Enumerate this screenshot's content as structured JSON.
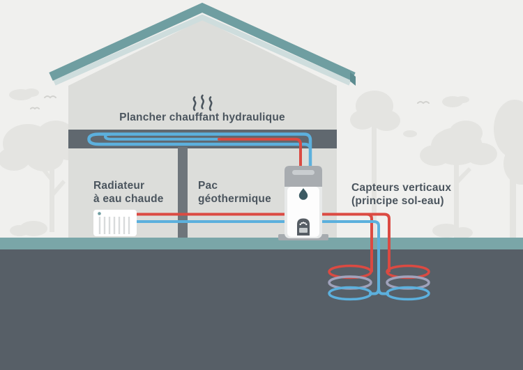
{
  "diagram": {
    "subject": "geothermal-heat-pump-house-schematic",
    "labels": {
      "floor_heating": "Plancher chauffant hydraulique",
      "radiator": "Radiateur\nà eau chaude",
      "heat_pump": "Pac\ngéothermique",
      "vertical_sensors": "Capteurs verticaux\n(principe sol-eau)"
    },
    "icons": {
      "steam-icon": "three rising heat waves",
      "droplet-icon": "water drop",
      "gauge-icon": "burner display with dial dots"
    },
    "legend_implicit": {
      "hot_pipe": "red = hot water circuit",
      "cold_pipe": "blue = cold water circuit",
      "transition_pipe": "purple = heat exchange zone in ground loop"
    }
  },
  "colors": {
    "background": "#f0f0ee",
    "tree": "#e4e4e1",
    "bird": "#d2d2cf",
    "grass": "#7aa6a8",
    "ground": "#575f67",
    "wall": "#dcddda",
    "slab": "#60686f",
    "column": "#6e757b",
    "roof": "#6f9ea1",
    "roof_light": "#cedddd",
    "roof_edge": "#5d8c90",
    "hot": "#db4a42",
    "cold": "#5cb0dd",
    "transition": "#9fa2bb",
    "text": "#4b555e",
    "radiator_body": "#ffffff",
    "radiator_fin": "#d8dbdc",
    "valve": "#6f9da1",
    "pump_cap": "#a8acb0",
    "pump_slot": "#c9cdd0",
    "pump_body": "#e8eaea",
    "pump_panel": "#fdfdfd",
    "pump_base": "#a6abaf",
    "droplet": "#3c5a63",
    "gauge": "#565d64",
    "gauge_screen": "#c7ccce"
  }
}
